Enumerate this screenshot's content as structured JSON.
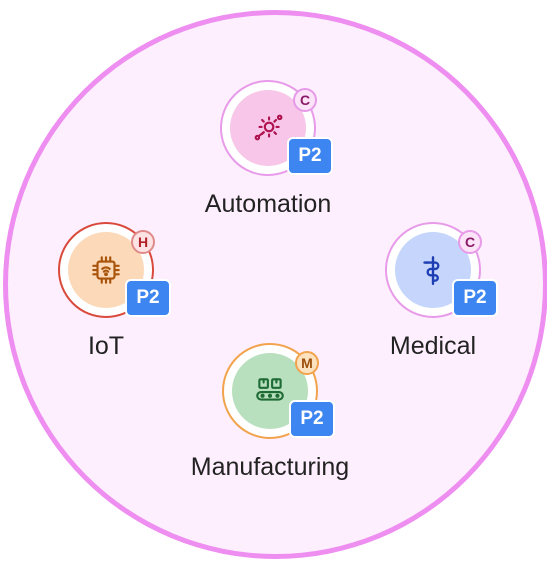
{
  "nodes": [
    {
      "id": "automation",
      "label": "Automation",
      "level": "C",
      "priority": "P2",
      "icon": "gear-network-icon"
    },
    {
      "id": "iot",
      "label": "IoT",
      "level": "H",
      "priority": "P2",
      "icon": "chip-icon"
    },
    {
      "id": "medical",
      "label": "Medical",
      "level": "C",
      "priority": "P2",
      "icon": "caduceus-icon"
    },
    {
      "id": "manufacturing",
      "label": "Manufacturing",
      "level": "M",
      "priority": "P2",
      "icon": "conveyor-icon"
    }
  ],
  "colors": {
    "outer_border": "#ee8ef0",
    "outer_fill": "#fdeffd",
    "priority_badge": "#3d86f1"
  }
}
